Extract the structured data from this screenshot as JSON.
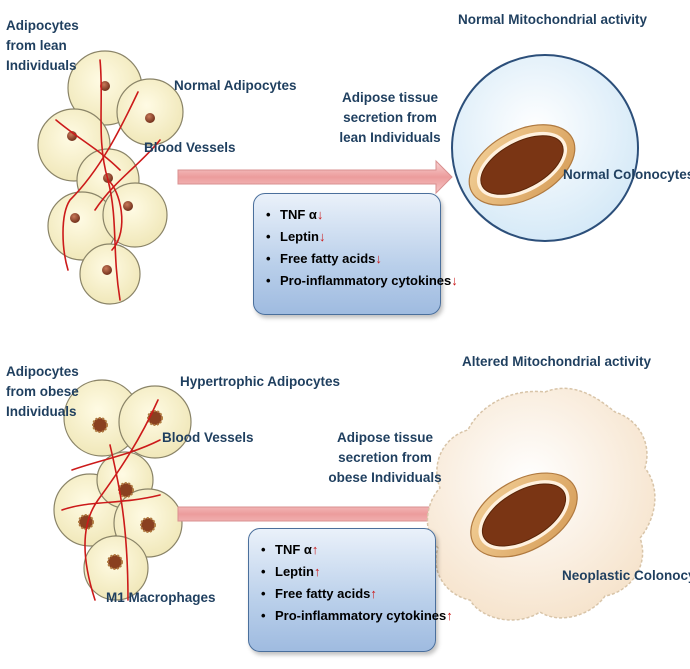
{
  "top": {
    "source_label": [
      "Adipocytes",
      "from lean",
      "Individuals"
    ],
    "cells_label": "Normal Adipocytes",
    "vessels_label": "Blood Vessels",
    "secretion_label": [
      "Adipose tissue",
      "secretion from",
      "lean Individuals"
    ],
    "mito_label": "Normal Mitochondrial activity",
    "colonocyte_label": "Normal Colonocytes",
    "factors": [
      {
        "text": "TNF α",
        "trend": "↓"
      },
      {
        "text": "Leptin",
        "trend": "↓"
      },
      {
        "text": "Free fatty acids",
        "trend": "↓"
      },
      {
        "text": "Pro-inflammatory cytokines",
        "trend": "↓"
      }
    ]
  },
  "bottom": {
    "source_label": [
      "Adipocytes",
      "from obese",
      "Individuals"
    ],
    "cells_label": "Hypertrophic Adipocytes",
    "vessels_label": "Blood Vessels",
    "macrophage_label": "M1 Macrophages",
    "secretion_label": [
      "Adipose tissue",
      "secretion from",
      "obese Individuals"
    ],
    "mito_label": "Altered Mitochondrial activity",
    "colonocyte_label": "Neoplastic Colonocytes",
    "factors": [
      {
        "text": "TNF α",
        "trend": "↑"
      },
      {
        "text": "Leptin",
        "trend": "↑"
      },
      {
        "text": "Free fatty acids",
        "trend": "↑"
      },
      {
        "text": "Pro-inflammatory cytokines",
        "trend": "↑"
      }
    ]
  },
  "colors": {
    "cell_fill": "#f8f3cc",
    "vessel": "#cc1a1a",
    "arrow": "#f1b7b7",
    "nucleus": "#7a3a1f",
    "label_text": "#1f3f5f"
  }
}
